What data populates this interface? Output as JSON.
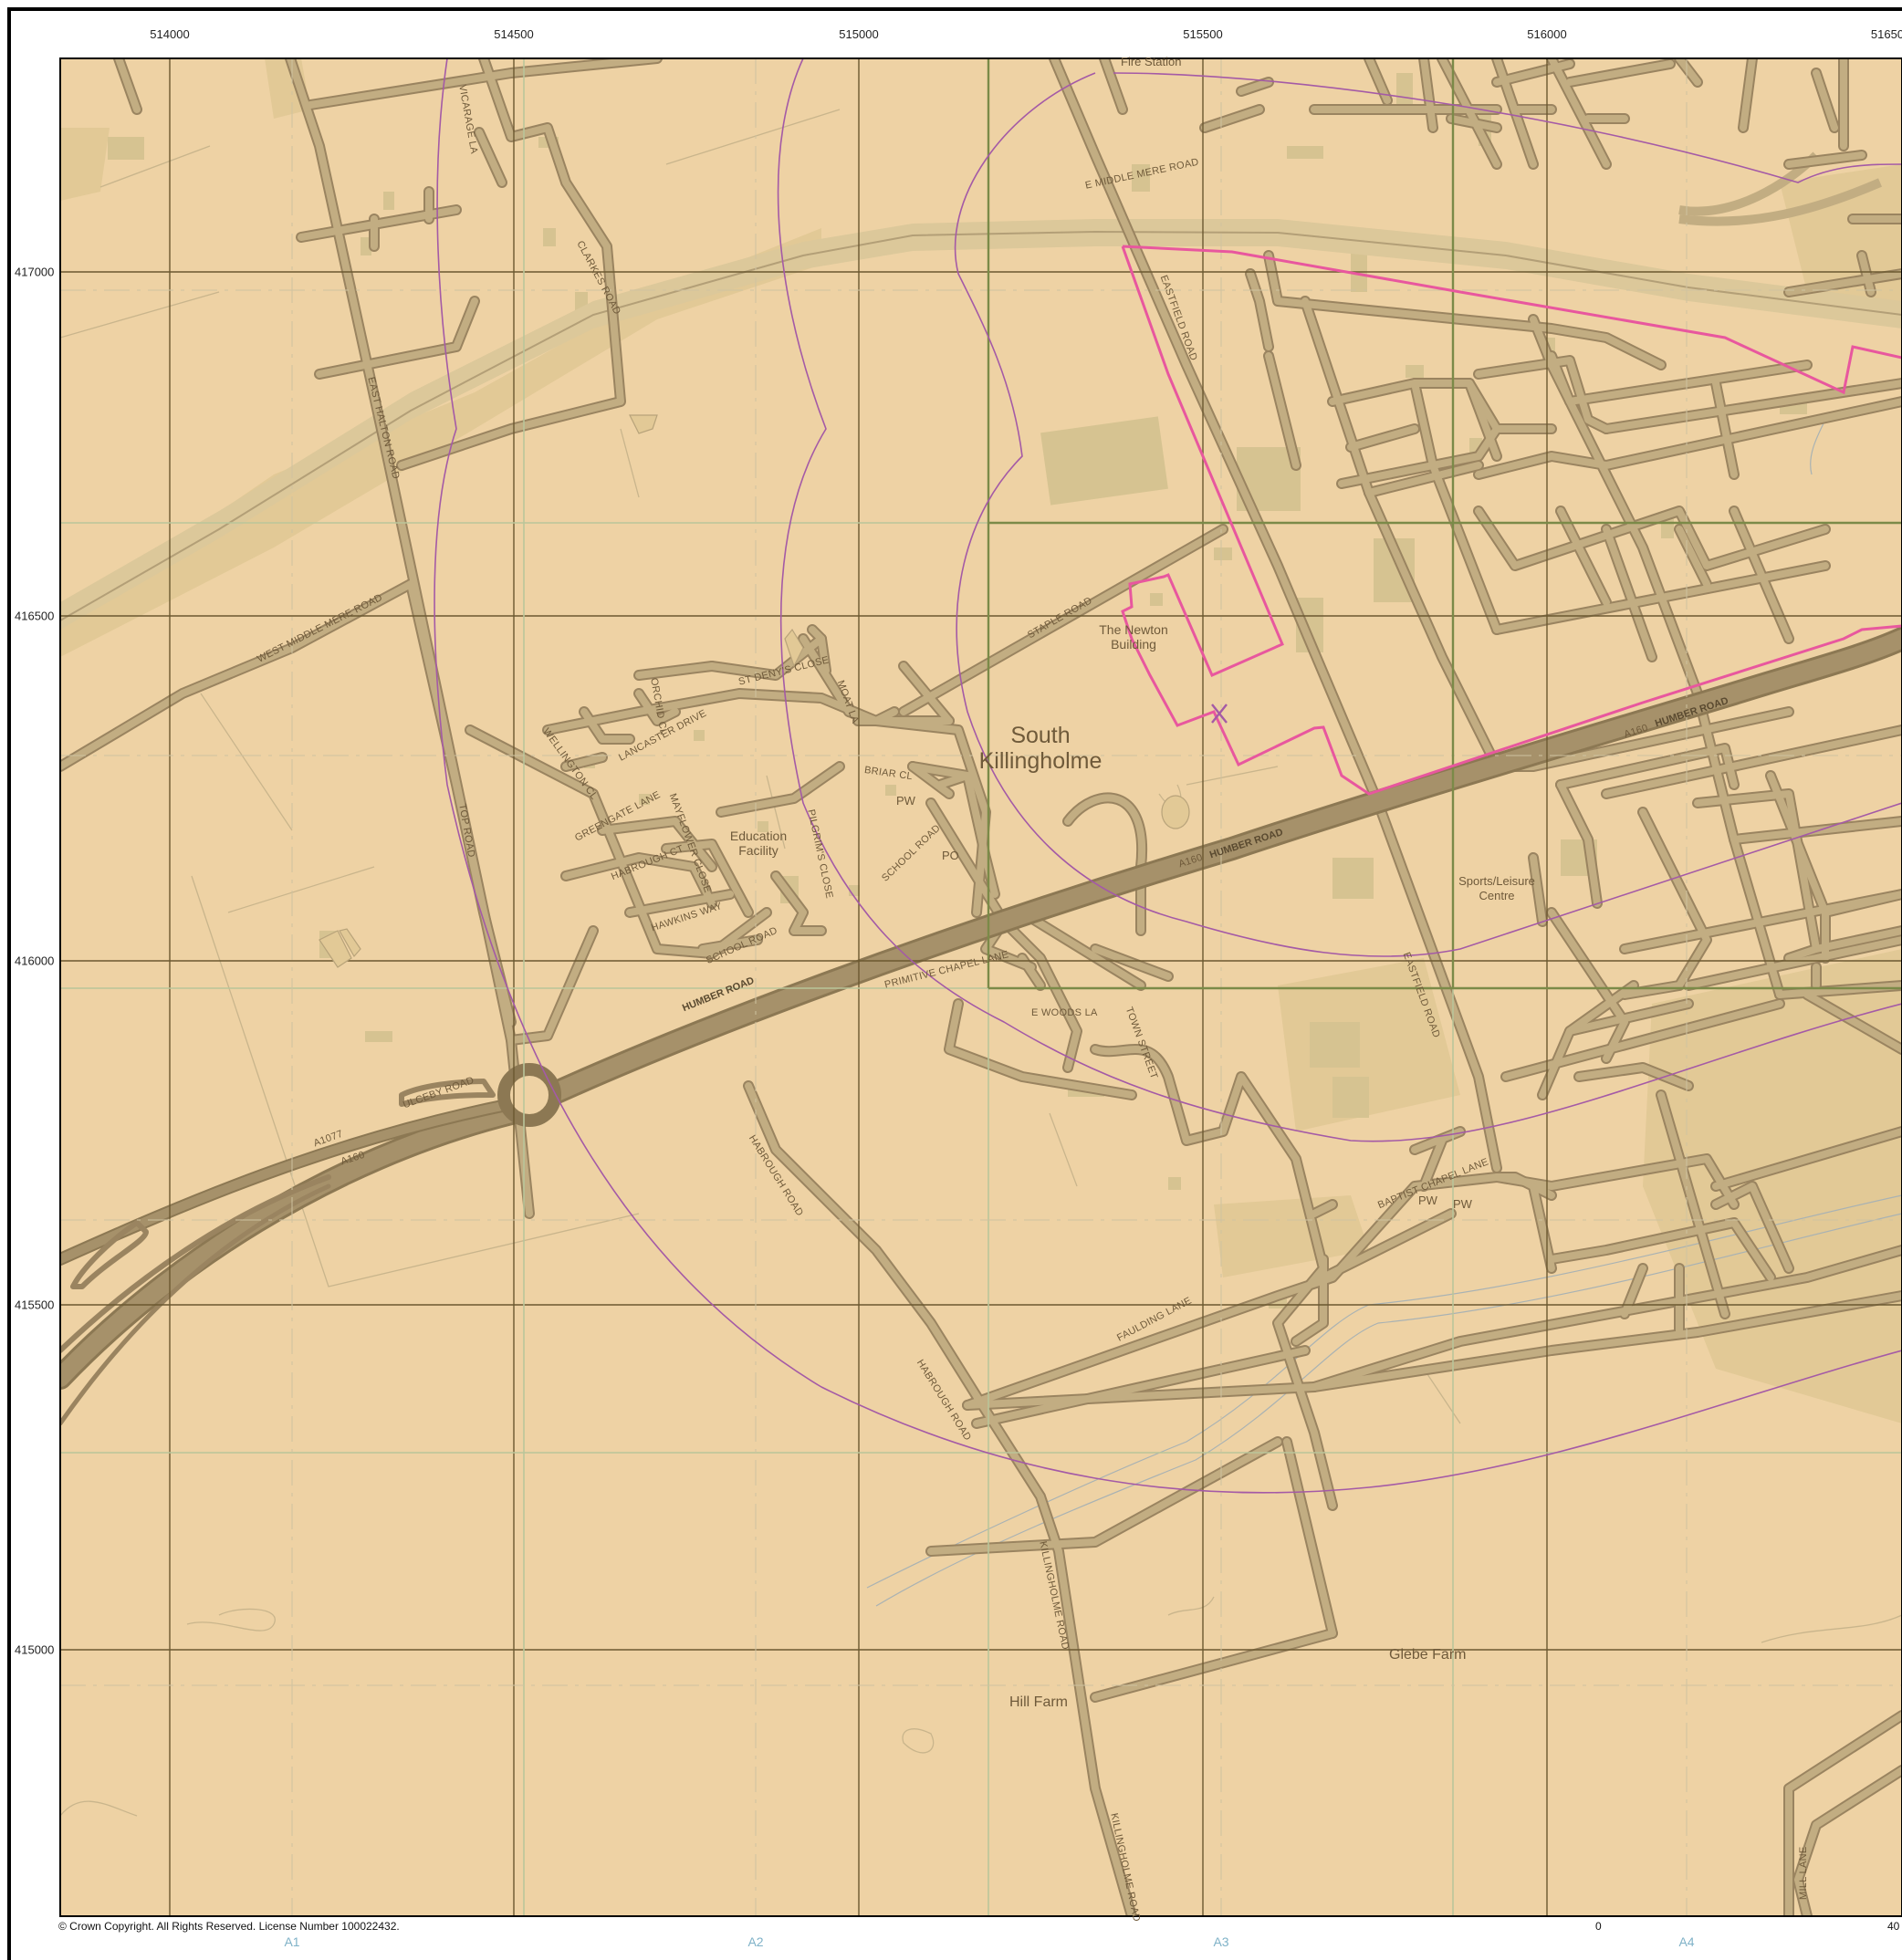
{
  "map": {
    "colors": {
      "land": "#eed2a4",
      "road": "#c2ad82",
      "road_outline": "#9a8460",
      "major_road": "#a6916a",
      "building": "#d6c391",
      "grid": "#6b5830",
      "subgrid": "#b9c59a",
      "boundary_pink": "#e8579e",
      "contour_purple": "#a45aa6",
      "tile_green": "#7b8a48"
    },
    "eastings": [
      "514000",
      "514500",
      "515000",
      "515500",
      "516000",
      "51650"
    ],
    "northings": [
      "417000",
      "416500",
      "416000",
      "415500",
      "415000"
    ],
    "sheets": [
      "A1",
      "A2",
      "A3",
      "A4"
    ],
    "copyright": "© Crown Copyright. All Rights Reserved. License Number 100022432.",
    "scale_bar": {
      "start": "0",
      "end": "40"
    },
    "place_names": {
      "village": "South Killingholme",
      "village_line1": "South",
      "village_line2": "Killingholme",
      "newton_line1": "The Newton",
      "newton_line2": "Building",
      "education_line1": "Education",
      "education_line2": "Facility",
      "sports_line1": "Sports/Leisure",
      "sports_line2": "Centre",
      "fire_station": "Fire Station",
      "glebe_farm": "Glebe Farm",
      "hill_farm": "Hill Farm",
      "pw1": "PW",
      "po": "PO",
      "pw2": "PW",
      "pw3": "PW"
    },
    "road_names": {
      "vicarage_la": "VICARAGE LA",
      "clarkes_road": "CLARKES ROAD",
      "east_halton_road": "EAST HALTON ROAD",
      "west_middle_mere_road": "WEST MIDDLE MERE ROAD",
      "e_middle_mere_road": "E MIDDLE MERE ROAD",
      "eastfield_road_north": "EASTFIELD ROAD",
      "staple_road": "STAPLE ROAD",
      "orchid_cl": "ORCHID CL",
      "st_denys_close": "ST DENY'S CLOSE",
      "moat_la": "MOAT LA",
      "wellington_cl": "WELLINGTON CL",
      "lancaster_drive": "LANCASTER DRIVE",
      "greengate_lane": "GREENGATE LANE",
      "mayflower_close": "MAYFLOWER CLOSE",
      "habrough_ct": "HABROUGH CT",
      "hawkins_way": "HAWKINS WAY",
      "school_road_south": "SCHOOL ROAD",
      "pilgrims_close": "PILGRIM'S CLOSE",
      "briar_cl": "BRIAR CL",
      "school_road_north": "SCHOOL ROAD",
      "top_road": "TOP ROAD",
      "humber_road_west": "HUMBER ROAD",
      "humber_road_mid": "HUMBER ROAD",
      "humber_road_east": "HUMBER ROAD",
      "a160_mid": "A160",
      "a160_east": "A160",
      "a160_west": "A160",
      "a1077": "A1077",
      "primitive_chapel_lane": "PRIMITIVE CHAPEL LANE",
      "ewoods_la": "E WOODS LA",
      "town_street": "TOWN STREET",
      "eastfield_road_south": "EASTFIELD ROAD",
      "ulceby_road": "ULCEBY ROAD",
      "habrough_road_north": "HABROUGH ROAD",
      "habrough_road_south": "HABROUGH ROAD",
      "baptist_chapel_lane": "BAPTIST CHAPEL LANE",
      "faulding_lane": "FAULDING LANE",
      "killingholme_road_north": "KILLINGHOLME ROAD",
      "killingholme_road_south": "KILLINGHOLME ROAD",
      "mill_lane": "MILL LANE"
    }
  }
}
